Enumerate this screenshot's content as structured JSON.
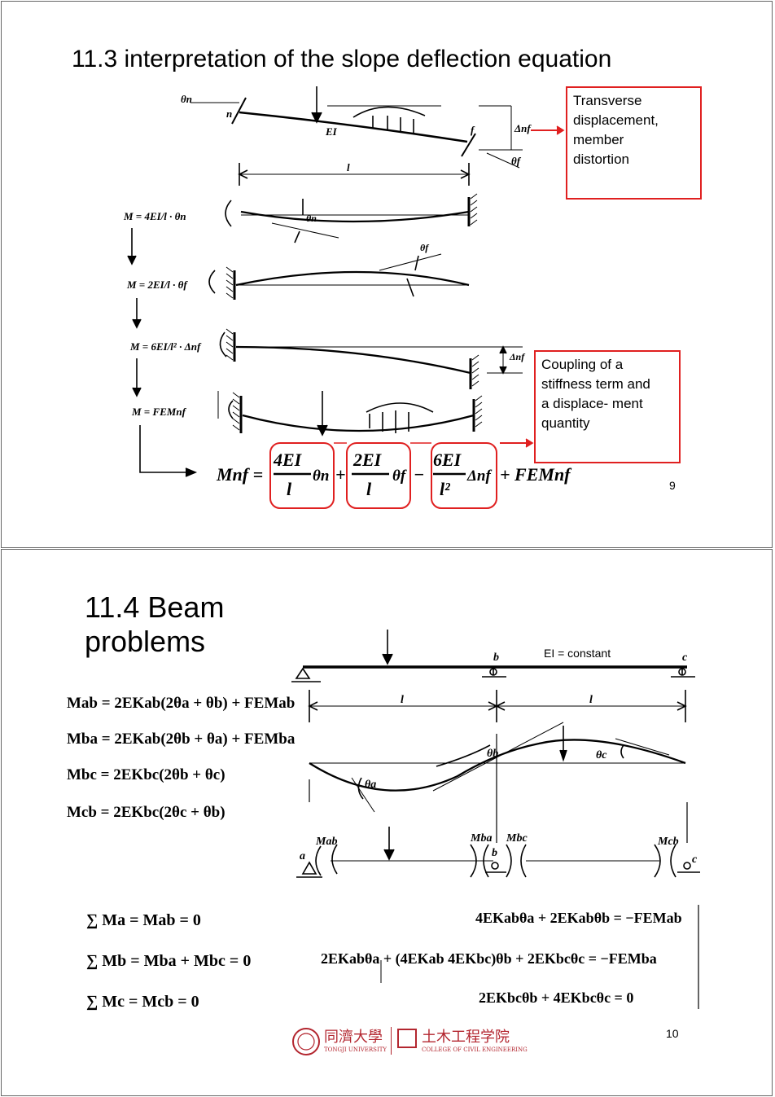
{
  "slide1": {
    "title": "11.3 interpretation of the slope deflection equation",
    "callout_top": [
      "Transverse",
      "displacement,",
      "member",
      "distortion"
    ],
    "callout_mid": [
      "Coupling of a",
      "stiffness term and",
      "a displace- ment",
      "quantity"
    ],
    "page_number": "9",
    "labels": {
      "theta_n": "θn",
      "n": "n",
      "ei": "EI",
      "f": "f",
      "delta_nf": "Δnf",
      "theta_f": "θf",
      "l": "l",
      "m1": "M = 4EI/l · θn",
      "m2": "M = 2EI/l · θf",
      "m3": "M = 6EI/l² · Δnf",
      "m4": "M = FEMnf"
    },
    "equation": {
      "lhs": "Mnf =",
      "t1_num": "4EI",
      "t1_den": "l",
      "t1_var": "θn",
      "plus1": "+",
      "t2_num": "2EI",
      "t2_den": "l",
      "t2_var": "θf",
      "minus": "−",
      "t3_num": "6EI",
      "t3_den": "l²",
      "t3_var": "Δnf",
      "tail": "+ FEMnf"
    }
  },
  "slide2": {
    "title": "11.4 Beam problems",
    "page_number": "10",
    "beam_labels": {
      "b": "b",
      "c": "c",
      "ei": "EI = constant",
      "l1": "l",
      "l2": "l",
      "theta_a": "θa",
      "theta_b": "θb",
      "theta_c": "θc",
      "mab": "Mab",
      "mba": "Mba",
      "mbc": "Mbc",
      "mcb": "Mcb",
      "a": "a",
      "b2": "b",
      "c2": "c"
    },
    "equations": [
      "Mab = 2EKab(2θa + θb) + FEMab",
      "Mba = 2EKab(2θb + θa) + FEMba",
      "Mbc = 2EKbc(2θb + θc)",
      "Mcb = 2EKbc(2θc + θb)"
    ],
    "sums": [
      "∑ Ma = Mab = 0",
      "∑ Mb = Mba + Mbc = 0",
      "∑ Mc = Mcb = 0"
    ],
    "system": [
      "4EKabθa + 2EKabθb = −FEMab",
      "2EKabθa + (4EKab   4EKbc)θb + 2EKbcθc = −FEMba",
      "2EKbcθb + 4EKbcθc = 0"
    ],
    "logo": {
      "cn1": "同濟大學",
      "en1": "TONGJI UNIVERSITY",
      "cn2": "土木工程学院",
      "en2": "COLLEGE OF CIVIL ENGINEERING"
    }
  },
  "colors": {
    "accent": "#e02020",
    "logo": "#b3262f"
  }
}
